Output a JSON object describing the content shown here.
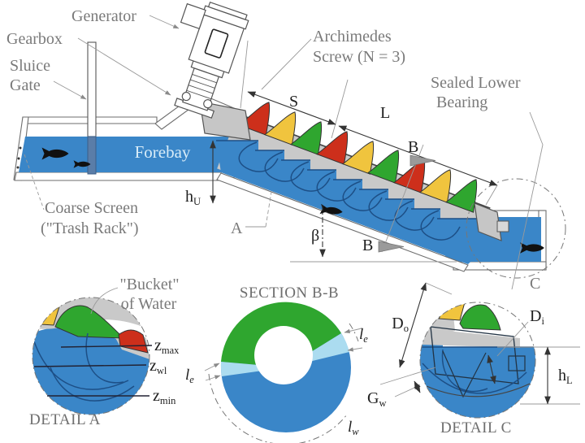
{
  "colors": {
    "water_blue": "#3a86c8",
    "water_dark": "#1d4f86",
    "light_blue": "#abdcf0",
    "green": "#2fa62f",
    "yellow": "#f0c43e",
    "red": "#cd2f1b",
    "gray_fill": "#c9c9c9",
    "label_gray": "#7a7a7a",
    "caption_gray": "#6e6e6e",
    "dark_text": "#1f1f1f",
    "forebay_text": "#d8ecf8"
  },
  "main": {
    "generator": "Generator",
    "gearbox": "Gearbox",
    "sluice_line1": "Sluice",
    "sluice_line2": "Gate",
    "forebay": "Forebay",
    "coarse_line1": "Coarse Screen",
    "coarse_line2": "(\"Trash Rack\")",
    "archimedes_line1": "Archimedes",
    "archimedes_line2": "Screw (N = 3)",
    "bearing_line1": "Sealed Lower",
    "bearing_line2": "Bearing",
    "dim_s": "S",
    "dim_l": "L",
    "dim_b_top": "B",
    "dim_b_bottom": "B",
    "dim_hu": {
      "base": "h",
      "sub": "U"
    },
    "callout_a": "A",
    "beta": "β",
    "callout_c": "C"
  },
  "detail_a": {
    "caption": "DETAIL A",
    "bucket_line1": "\"Bucket\"",
    "bucket_line2": "of Water",
    "z_max": {
      "base": "z",
      "sub": "max"
    },
    "z_wl": {
      "base": "z",
      "sub": "wl"
    },
    "z_min": {
      "base": "z",
      "sub": "min"
    }
  },
  "section_bb": {
    "caption": "SECTION B-B",
    "l_e_right": {
      "base": "l",
      "sub": "e"
    },
    "l_e_left": {
      "base": "l",
      "sub": "e"
    },
    "l_w": {
      "base": "l",
      "sub": "w"
    }
  },
  "detail_c": {
    "caption": "DETAIL C",
    "d_o": {
      "base": "D",
      "sub": "o"
    },
    "d_i": {
      "base": "D",
      "sub": "i"
    },
    "g_w": {
      "base": "G",
      "sub": "w"
    },
    "h_l": {
      "base": "h",
      "sub": "L"
    }
  }
}
